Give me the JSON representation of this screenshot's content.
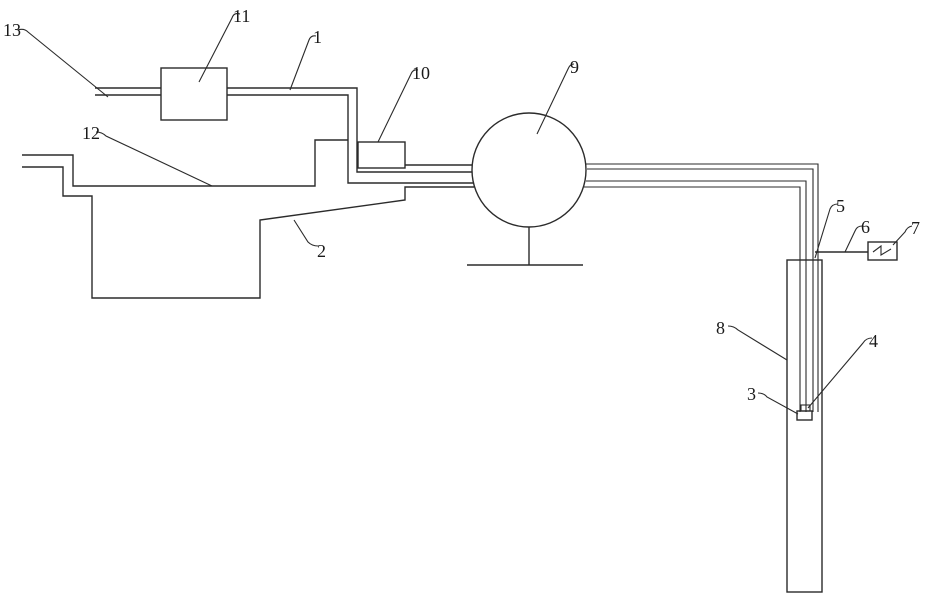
{
  "diagram": {
    "stroke_color": "#2b2b2b",
    "labels": {
      "n1": "1",
      "n2": "2",
      "n3": "3",
      "n4": "4",
      "n5": "5",
      "n6": "6",
      "n7": "7",
      "n8": "8",
      "n9": "9",
      "n10": "10",
      "n11": "11",
      "n12": "12",
      "n13": "13"
    }
  }
}
